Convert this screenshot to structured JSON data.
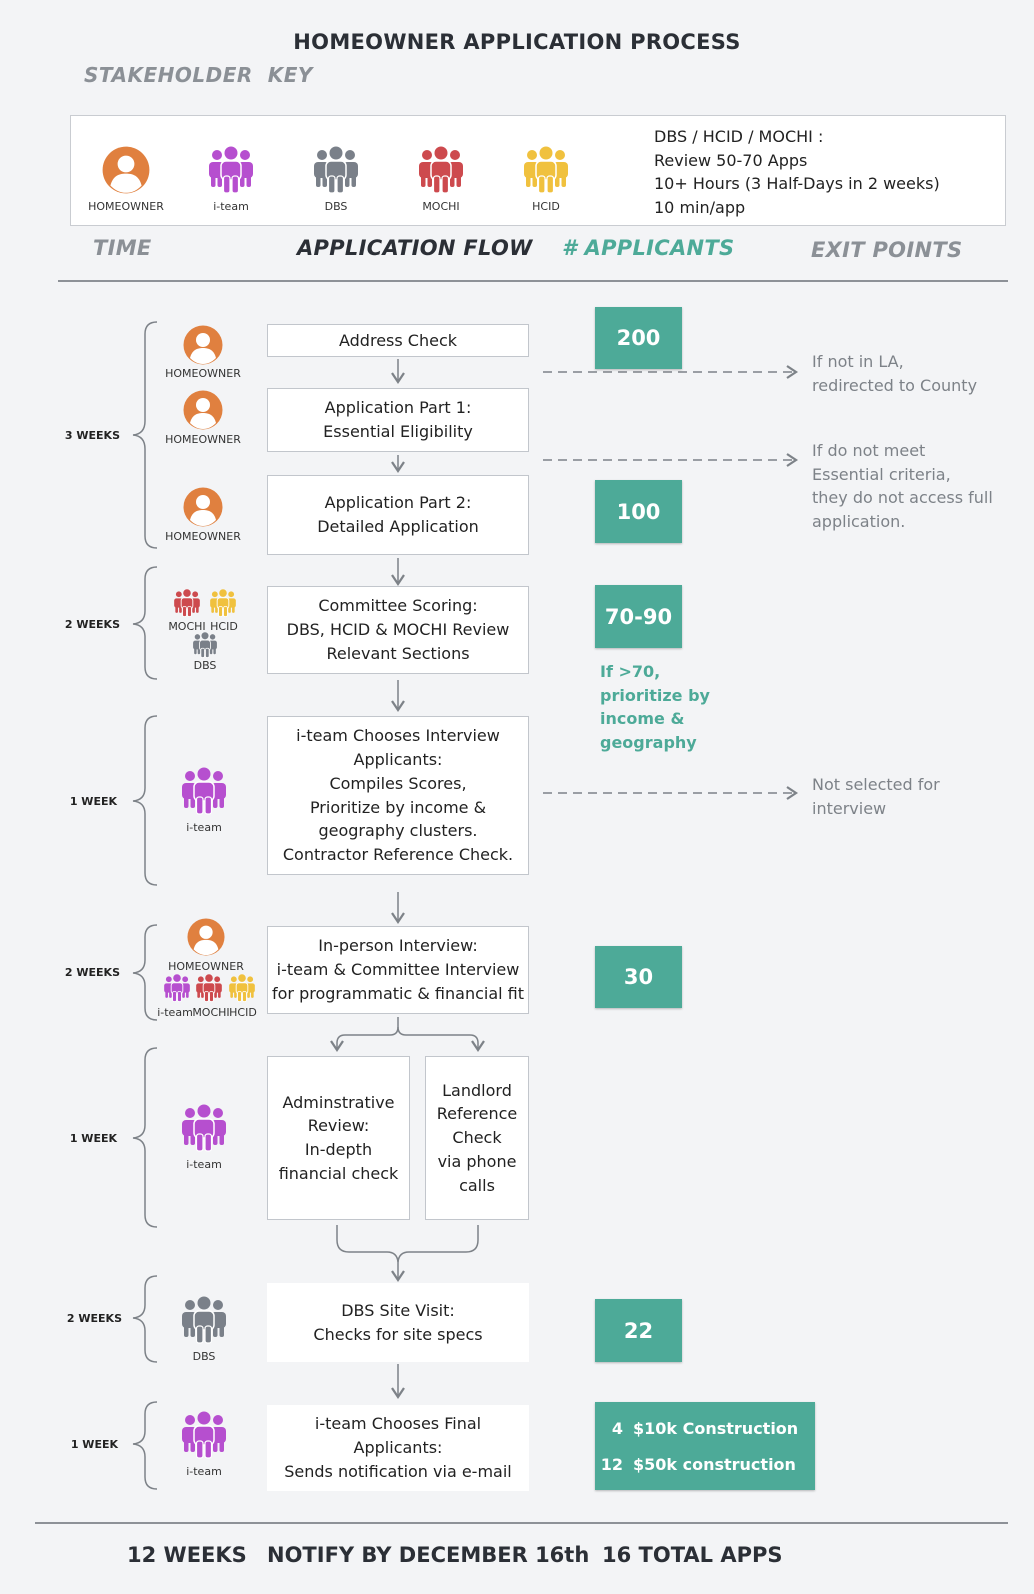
{
  "title": "HOMEOWNER APPLICATION PROCESS",
  "stakeholder_key_label": "STAKEHOLDER  KEY",
  "key": {
    "items": [
      {
        "label": "HOMEOWNER",
        "icon": "homeowner-icon",
        "color": "#e0803f"
      },
      {
        "label": "i-team",
        "icon": "group-icon",
        "color": "#b64fcf"
      },
      {
        "label": "DBS",
        "icon": "group-icon",
        "color": "#7a8089"
      },
      {
        "label": "MOCHI",
        "icon": "group-icon",
        "color": "#cd4a4e"
      },
      {
        "label": "HCID",
        "icon": "group-icon",
        "color": "#f0c13e"
      }
    ],
    "note": [
      "DBS / HCID / MOCHI :",
      "Review 50-70 Apps",
      "10+ Hours (3 Half-Days in 2 weeks)",
      "10 min/app"
    ]
  },
  "columns": {
    "time": "TIME",
    "flow": "APPLICATION FLOW",
    "applicants": "# APPLICANTS",
    "exits": "EXIT POINTS"
  },
  "colors": {
    "accent": "#4daa98",
    "homeowner": "#e0803f",
    "iteam": "#b64fcf",
    "dbs": "#7a8089",
    "mochi": "#cd4a4e",
    "hcid": "#f0c13e"
  },
  "stages": {
    "s1": {
      "duration": "3 WEEKS",
      "icon_label": "HOMEOWNER"
    },
    "s2": {
      "duration": "2 WEEKS",
      "labels": [
        "MOCHI",
        "HCID",
        "DBS"
      ]
    },
    "s3": {
      "duration": "1 WEEK",
      "icon_label": "i-team"
    },
    "s4": {
      "duration": "2 WEEKS",
      "labels": [
        "HOMEOWNER",
        "i-team",
        "MOCHI",
        "HCID"
      ]
    },
    "s5": {
      "duration": "1 WEEK",
      "icon_label": "i-team"
    },
    "s6": {
      "duration": "2 WEEKS",
      "icon_label": "DBS"
    },
    "s7": {
      "duration": "1 WEEK",
      "icon_label": "i-team"
    }
  },
  "flow": {
    "address_check": [
      "Address Check"
    ],
    "app_part1": [
      "Application Part 1:",
      "Essential Eligibility"
    ],
    "app_part2": [
      "Application Part 2:",
      "Detailed Application"
    ],
    "committee": [
      "Committee Scoring:",
      "DBS, HCID & MOCHI Review",
      "Relevant Sections"
    ],
    "iteam_chooses": [
      "i-team Chooses Interview",
      "Applicants:",
      "Compiles Scores,",
      "Prioritize by income &",
      "geography clusters.",
      "Contractor Reference Check."
    ],
    "interview": [
      "In-person Interview:",
      "i-team & Committee Interview",
      "for programmatic & financial fit"
    ],
    "admin_review": [
      "Adminstrative",
      "Review:",
      "In-depth",
      "financial check"
    ],
    "landlord": [
      "Landlord",
      "Reference",
      "Check",
      "via phone",
      "calls"
    ],
    "site_visit": [
      "DBS Site Visit:",
      "Checks for site specs"
    ],
    "final": [
      "i-team Chooses Final",
      "Applicants:",
      "Sends notification via e-mail"
    ]
  },
  "applicants": {
    "n200": "200",
    "n100": "100",
    "n7090": "70-90",
    "n30": "30",
    "n22": "22",
    "final": [
      {
        "count": "4",
        "label": "$10k Construction"
      },
      {
        "count": "12",
        "label": "$50k construction"
      }
    ],
    "note": [
      "If >70,",
      "prioritize by",
      "income &",
      "geography"
    ]
  },
  "exits": {
    "e1": [
      "If not in LA,",
      "redirected to County"
    ],
    "e2": [
      "If do not meet",
      "Essential criteria,",
      "they do not access full",
      "application."
    ],
    "e3": [
      "Not selected for",
      "interview"
    ]
  },
  "footer": {
    "weeks": "12 WEEKS",
    "notify": "NOTIFY BY DECEMBER 16th",
    "total": "16 TOTAL APPS"
  }
}
